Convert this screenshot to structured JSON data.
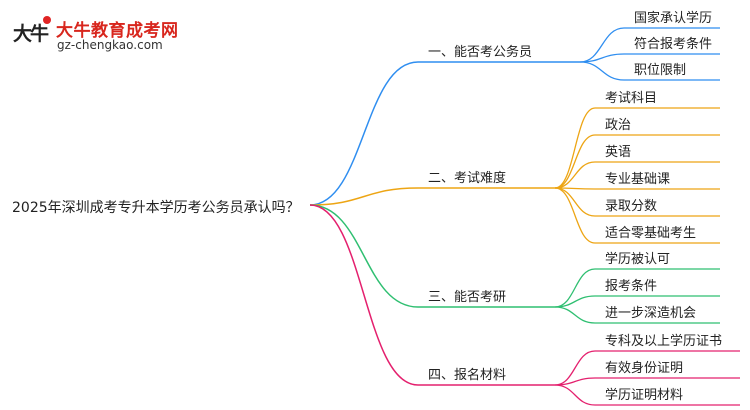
{
  "logo": {
    "icon": "ox-logo-icon",
    "mark": "大牛",
    "title": "大牛教育成考网",
    "url": "gz-chengkao.com"
  },
  "root": {
    "label": "2025年深圳成考专升本学历考公务员承认吗？"
  },
  "branches": [
    {
      "label": "一、能否考公务员",
      "color": "#2f8ef0",
      "children": [
        "国家承认学历",
        "符合报考条件",
        "职位限制"
      ]
    },
    {
      "label": "二、考试难度",
      "color": "#eda514",
      "children": [
        "考试科目",
        "政治",
        "英语",
        "专业基础课",
        "录取分数",
        "适合零基础考生"
      ]
    },
    {
      "label": "三、能否考研",
      "color": "#2fbf71",
      "children": [
        "学历被认可",
        "报考条件",
        "进一步深造机会"
      ]
    },
    {
      "label": "四、报名材料",
      "color": "#e4206e",
      "children": [
        "专科及以上学历证书",
        "有效身份证明",
        "学历证明材料"
      ]
    }
  ]
}
